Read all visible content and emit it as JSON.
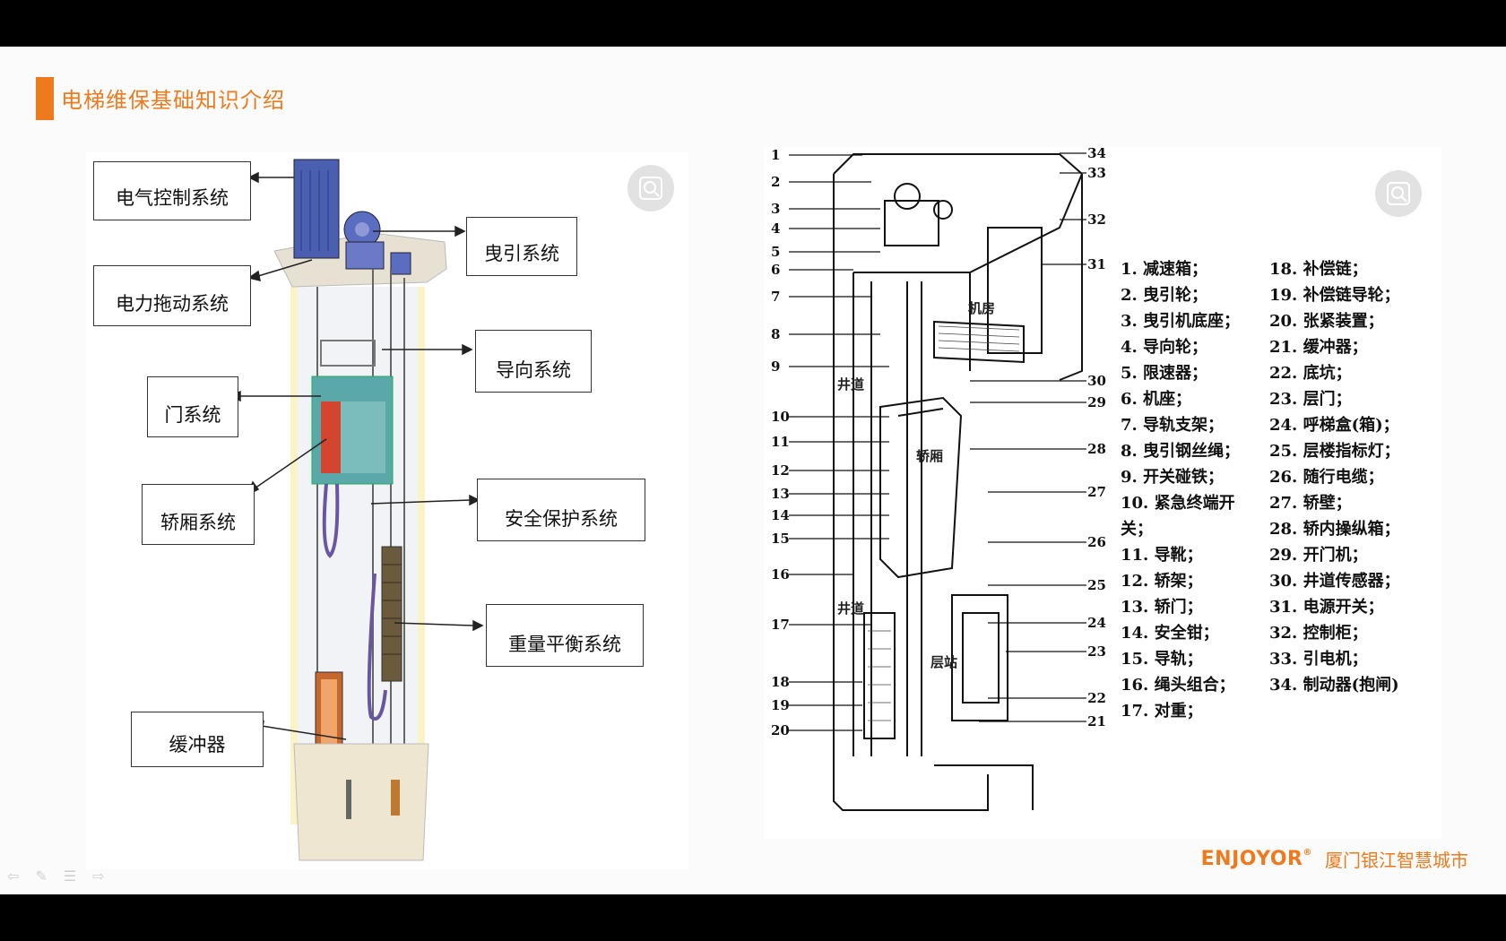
{
  "slide": {
    "title": "电梯维保基础知识介绍",
    "accent_color": "#ee7a1e"
  },
  "left_figure": {
    "labels": {
      "electric_control": "电气控制系统",
      "traction": "曳引系统",
      "power_drive": "电力拖动系统",
      "guidance": "导向系统",
      "door": "门系统",
      "car": "轿厢系统",
      "safety": "安全保护系统",
      "weight_balance": "重量平衡系统",
      "buffer": "缓冲器"
    },
    "zoom_icon": "zoom-magnifier-icon"
  },
  "right_figure": {
    "zoom_icon": "zoom-magnifier-icon",
    "diagram_labels": {
      "machine_room": "机房",
      "shaft_top": "井道",
      "car": "轿厢",
      "shaft_bottom": "井道",
      "landing": "层站"
    },
    "callout_numbers": [
      "1",
      "2",
      "3",
      "4",
      "5",
      "6",
      "7",
      "8",
      "9",
      "10",
      "11",
      "12",
      "13",
      "14",
      "15",
      "16",
      "17",
      "18",
      "19",
      "20",
      "21",
      "22",
      "23",
      "24",
      "25",
      "26",
      "27",
      "28",
      "29",
      "30",
      "31",
      "32",
      "33",
      "34"
    ],
    "legend_col1": [
      "1. 减速箱；",
      "2. 曳引轮；",
      "3. 曳引机底座；",
      "4. 导向轮；",
      "5. 限速器；",
      "6. 机座；",
      "7. 导轨支架；",
      "8. 曳引钢丝绳；",
      "9. 开关碰铁；",
      "10. 紧急终端开关；",
      "11. 导靴；",
      "12. 轿架；",
      "13. 轿门；",
      "14. 安全钳；",
      "15. 导轨；",
      "16. 绳头组合；",
      "17. 对重；"
    ],
    "legend_col2": [
      "18. 补偿链；",
      "19. 补偿链导轮；",
      "20. 张紧装置；",
      "21. 缓冲器；",
      "22. 底坑；",
      "23. 层门；",
      "24. 呼梯盒(箱)；",
      "25. 层楼指标灯；",
      "26. 随行电缆；",
      "27. 轿壁；",
      "28. 轿内操纵箱；",
      "29. 开门机；",
      "30. 井道传感器；",
      "31. 电源开关；",
      "32. 控制柜；",
      "33. 引电机；",
      "34. 制动器(抱闸)"
    ]
  },
  "footer": {
    "brand": "ENJOYOR",
    "registered": "®",
    "company": "厦门银江智慧城市"
  },
  "controls": {
    "prev": "⇦",
    "pen": "✎",
    "menu": "☰",
    "next": "⇨"
  }
}
